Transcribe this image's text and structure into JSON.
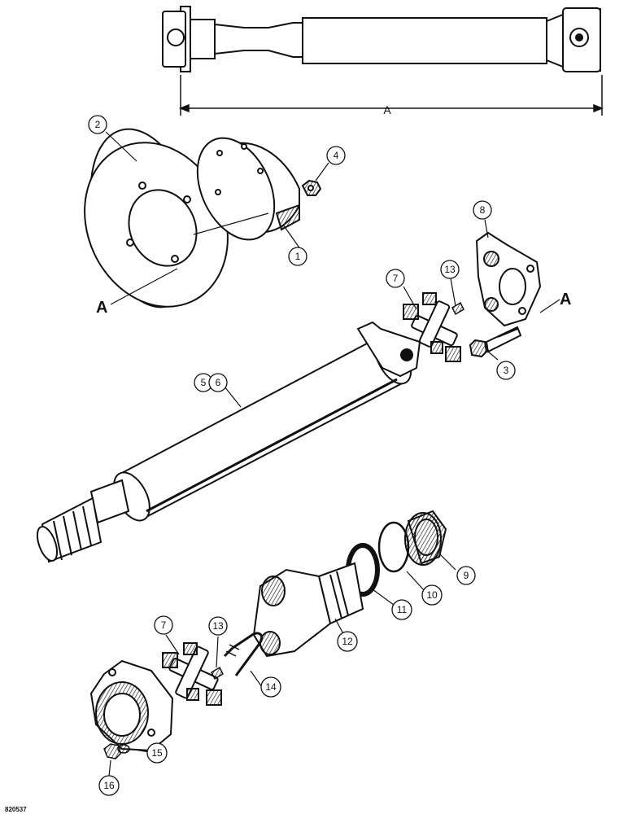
{
  "figure": {
    "code": "820537",
    "dimension_label": "A",
    "view_marker": "A"
  },
  "callouts": {
    "c1": "1",
    "c2": "2",
    "c3": "3",
    "c4": "4",
    "c5": "5",
    "c6": "6",
    "c7a": "7",
    "c7b": "7",
    "c8": "8",
    "c9": "9",
    "c10": "10",
    "c11": "11",
    "c12": "12",
    "c13a": "13",
    "c13b": "13",
    "c14": "14",
    "c15": "15",
    "c16": "16"
  }
}
